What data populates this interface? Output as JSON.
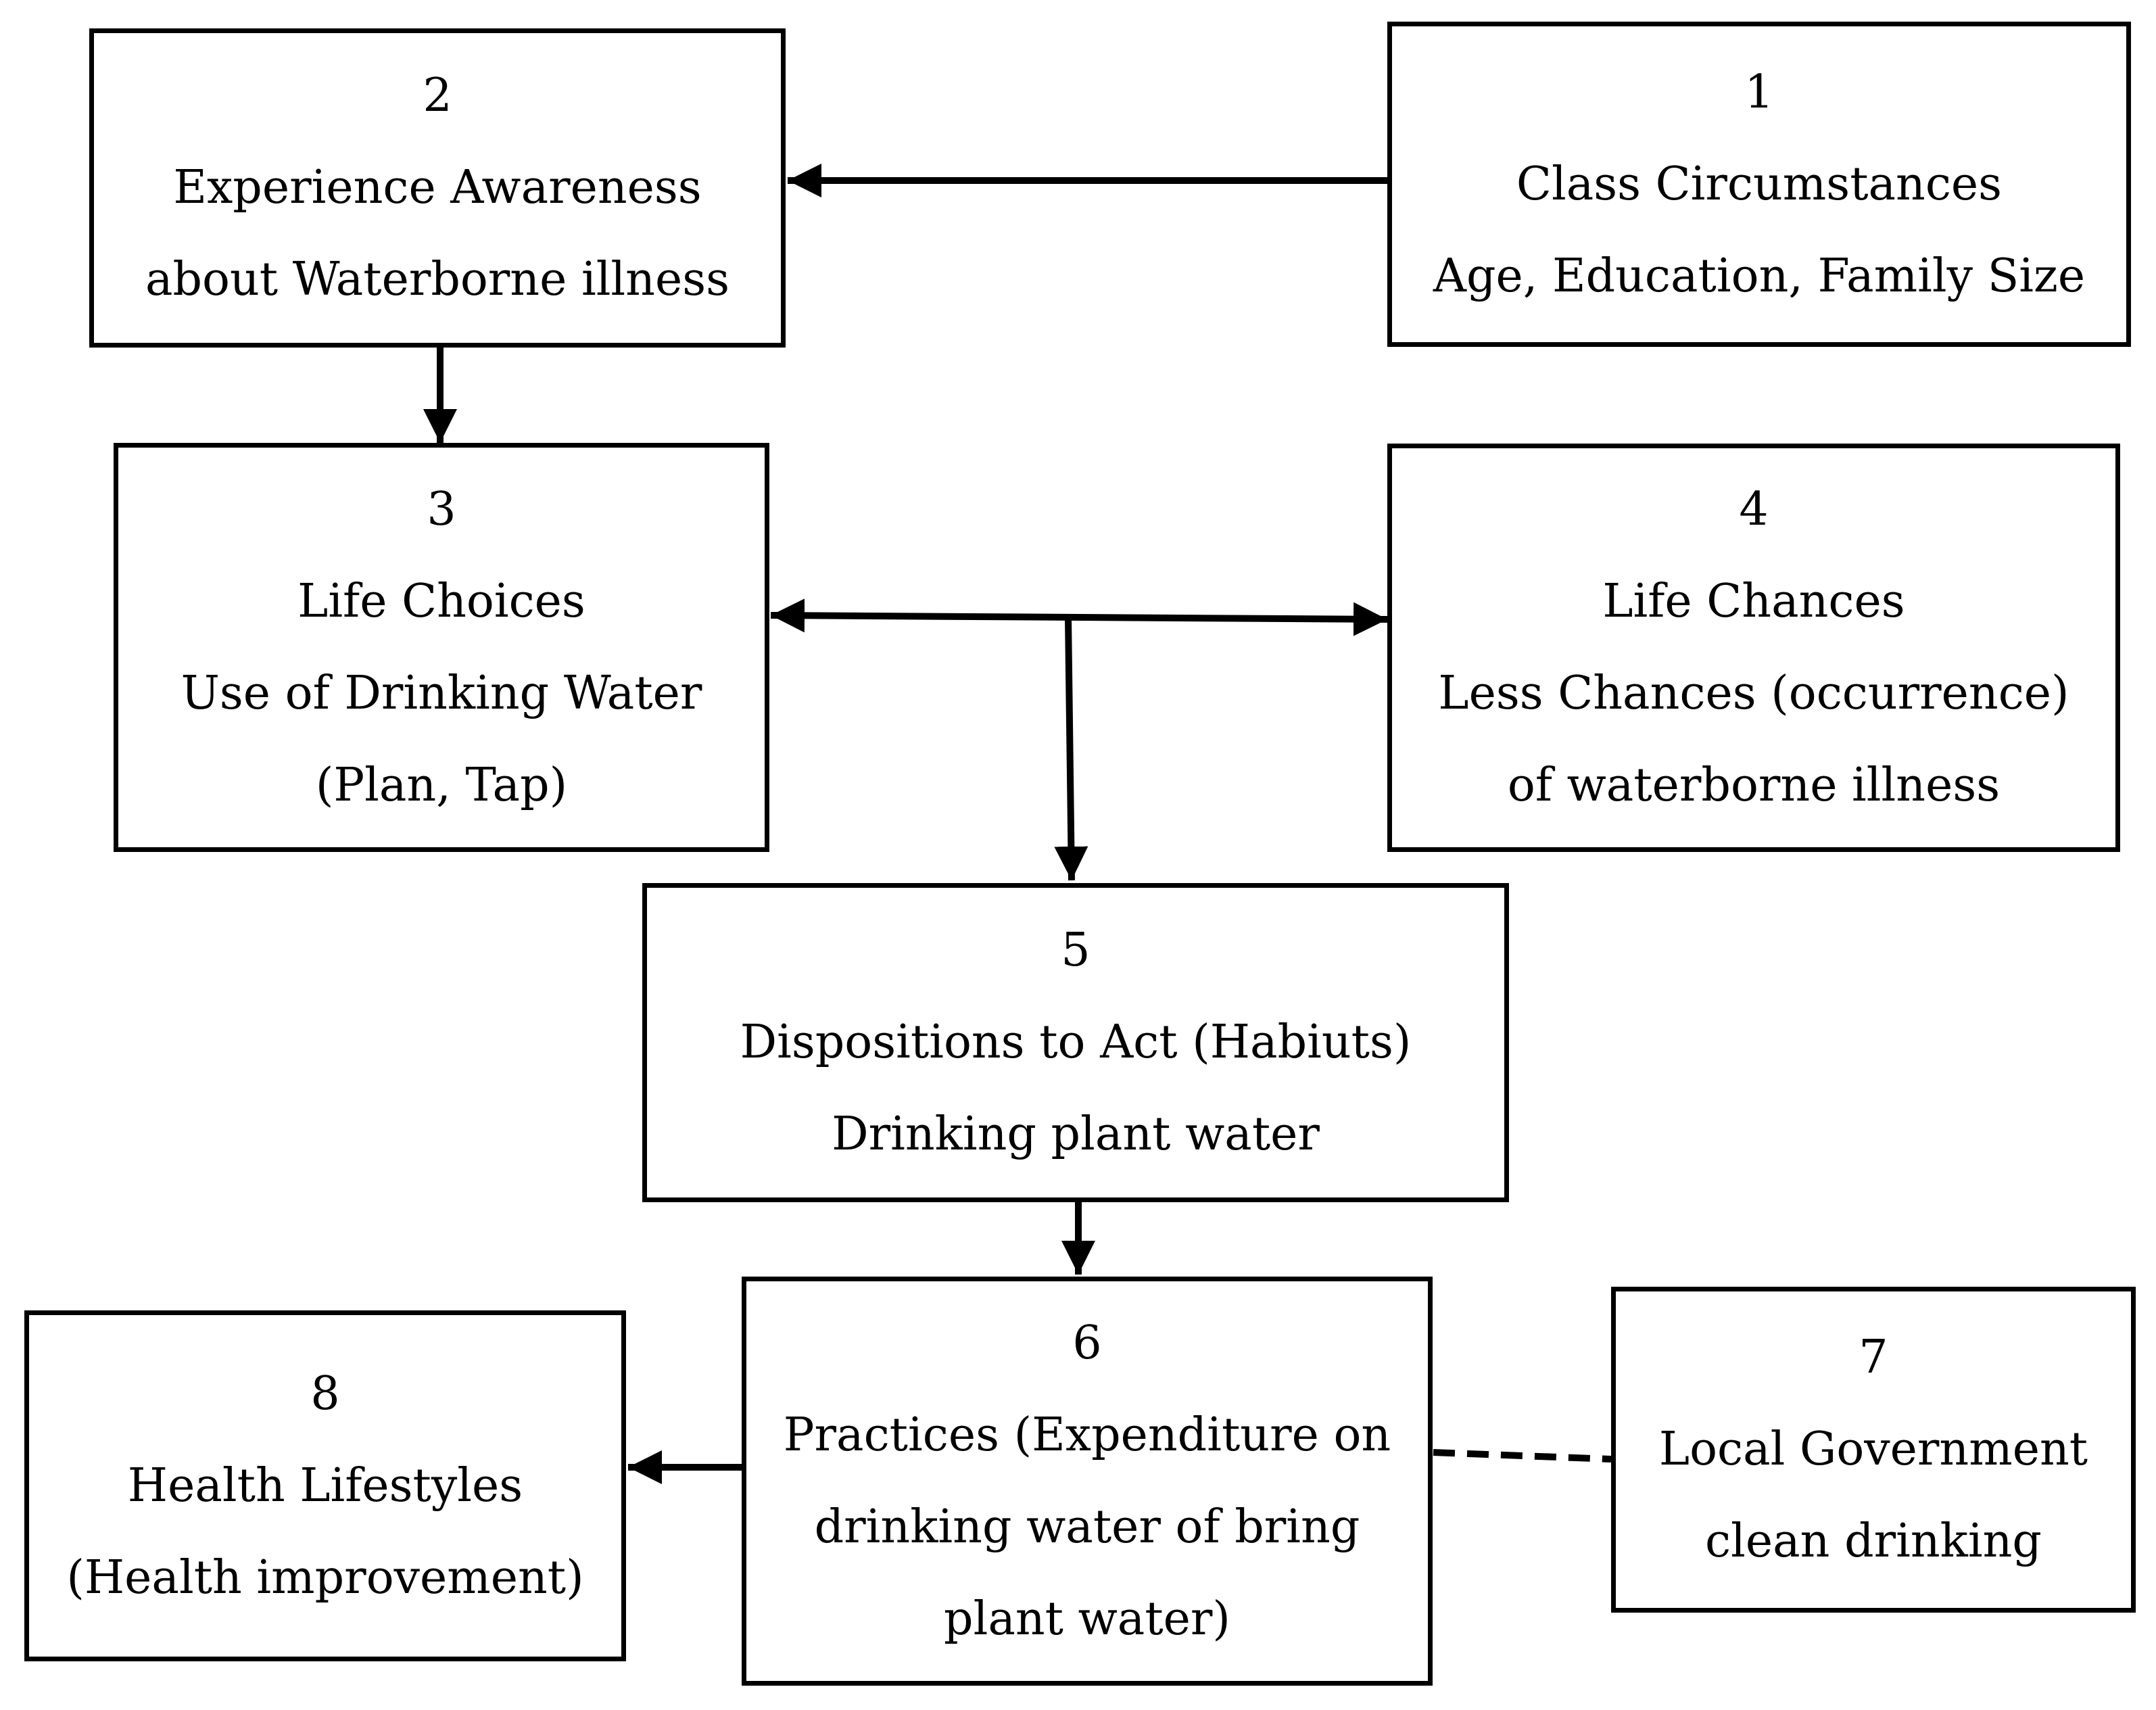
{
  "nodes": {
    "n1": {
      "number": "1",
      "lines": [
        "Class Circumstances",
        "Age, Education, Family Size"
      ]
    },
    "n2": {
      "number": "2",
      "lines": [
        "Experience Awareness",
        "about Waterborne illness"
      ]
    },
    "n3": {
      "number": "3",
      "lines": [
        "Life Choices",
        "Use of Drinking Water",
        "(Plan, Tap)"
      ]
    },
    "n4": {
      "number": "4",
      "lines": [
        "Life Chances",
        "Less Chances (occurrence)",
        "of waterborne illness"
      ]
    },
    "n5": {
      "number": "5",
      "lines": [
        "Dispositions to Act (Habiuts)",
        "Drinking plant water"
      ]
    },
    "n6": {
      "number": "6",
      "lines": [
        "Practices (Expenditure on",
        "drinking water of bring",
        "plant water)"
      ]
    },
    "n7": {
      "number": "7",
      "lines": [
        "Local Government",
        "clean drinking"
      ]
    },
    "n8": {
      "number": "8",
      "lines": [
        "Health Lifestyles",
        "(Health improvement)"
      ]
    }
  },
  "edges": [
    {
      "from": "n1",
      "to": "n2",
      "style": "solid"
    },
    {
      "from": "n2",
      "to": "n3",
      "style": "solid"
    },
    {
      "from": "n3",
      "to": "n4",
      "style": "solid",
      "bidirectional": true
    },
    {
      "from": "n3-n4 link",
      "to": "n5",
      "style": "solid"
    },
    {
      "from": "n5",
      "to": "n6",
      "style": "solid"
    },
    {
      "from": "n6",
      "to": "n8",
      "style": "solid"
    },
    {
      "from": "n6",
      "to": "n7",
      "style": "dashed"
    }
  ],
  "colors": {
    "stroke": "#000000",
    "background": "#ffffff"
  }
}
